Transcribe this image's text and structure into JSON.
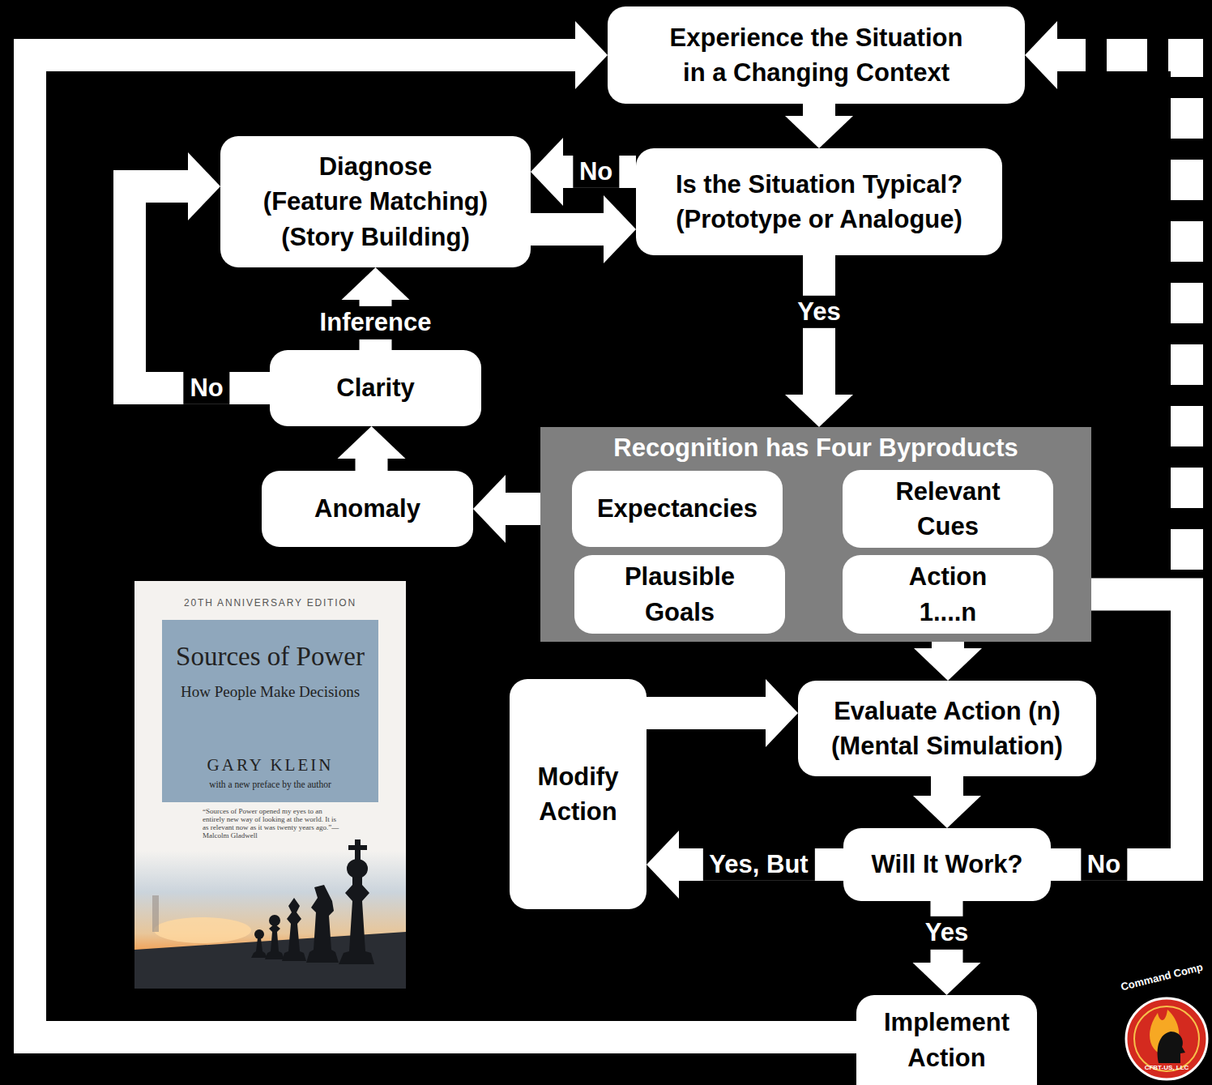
{
  "diagram": {
    "nodes": [
      {
        "text": [
          "Experience the Situation in a Changing Context"
        ]
      },
      {
        "text": [
          "Diagnose (Feature Matching) (Story Building)"
        ]
      },
      {
        "text": [
          "Is the Situation Typical? (Prototype or Analogue)"
        ]
      },
      {
        "text": [
          "Clarity"
        ]
      },
      {
        "text": [
          "Recognition has Four Byproducts"
        ]
      },
      {
        "text": [
          "Anomaly"
        ]
      },
      {
        "text": [
          "Expectancies"
        ],
        "in": 4
      },
      {
        "text": [
          "Relevant Cues"
        ],
        "in": 4
      },
      {
        "text": [
          "Plausible Goals"
        ],
        "in": 4
      },
      {
        "text": [
          "Action 1....n"
        ],
        "in": 4
      },
      {
        "text": [
          "Modify Action"
        ]
      },
      {
        "text": [
          "Evaluate Action (n) (Mental Simulation)"
        ]
      },
      {
        "text": [
          "Will It Work?"
        ]
      },
      {
        "text": [
          "Implement Action"
        ]
      }
    ],
    "edges": [
      {
        "from": 0,
        "to": 2,
        "arrow": "to"
      },
      {
        "from": 2,
        "to": 1,
        "label": "No",
        "arrow": "to"
      },
      {
        "from": 1,
        "to": 2,
        "arrow": "to"
      },
      {
        "from": 2,
        "to": 4,
        "label": "Yes",
        "arrow": "to"
      },
      {
        "from": 6,
        "to": 5,
        "arrow": "to"
      },
      {
        "from": 5,
        "to": 3,
        "arrow": "to"
      },
      {
        "from": 3,
        "to": 1,
        "label": "Inference",
        "arrow": "to"
      },
      {
        "from": 3,
        "to": 1,
        "label": "No",
        "arrow": "to"
      },
      {
        "from": 9,
        "to": 11,
        "arrow": "to"
      },
      {
        "from": 10,
        "to": 11,
        "arrow": "to"
      },
      {
        "from": 11,
        "to": 12,
        "arrow": "to"
      },
      {
        "from": 12,
        "to": 10,
        "label": "Yes, But",
        "arrow": "to"
      },
      {
        "from": 12,
        "to": 9,
        "label": "No",
        "arrow": "to"
      },
      {
        "from": 12,
        "to": 13,
        "label": "Yes",
        "arrow": "to"
      },
      {
        "from": 13,
        "to": 0,
        "arrow": "to"
      },
      {
        "from": 12,
        "to": 0,
        "arrow": "to"
      }
    ],
    "labels": [
      "20TH ANNIVERSARY EDITION",
      "Sources of Power",
      "How People Make Decisions",
      "GARY KLEIN",
      "with a new preface by the author",
      "“Sources of Power opened my eyes to an entirely new way of looking at the world. It is as relevant now as it was twenty years ago.”—Malcolm Gladwell",
      "Command Comp",
      "CFBT-US, LLC"
    ]
  }
}
